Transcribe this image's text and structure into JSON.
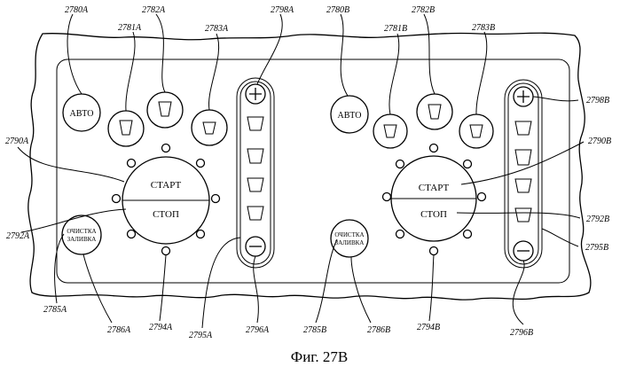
{
  "caption": "Фиг. 27B",
  "panel_a": {
    "button_auto": "АВТО",
    "button_start": "СТАРТ",
    "button_stop": "СТОП",
    "button_clean_line1": "ОЧИСТКА",
    "button_clean_line2": "ЗАЛИВКА",
    "ref_auto": "2780A",
    "ref_btn1": "2781A",
    "ref_btn2": "2782A",
    "ref_btn3": "2783A",
    "ref_plus": "2798A",
    "ref_start": "2790A",
    "ref_stop": "2792A",
    "ref_clean": "2785A",
    "ref_clean2": "2786A",
    "ref_leds": "2794A",
    "ref_column": "2795A",
    "ref_minus": "2796A"
  },
  "panel_b": {
    "button_auto": "АВТО",
    "button_start": "СТАРТ",
    "button_stop": "СТОП",
    "button_clean_line1": "ОЧИСТКА",
    "button_clean_line2": "ЗАЛИВКА",
    "ref_auto": "2780B",
    "ref_btn1": "2781B",
    "ref_btn2": "2782B",
    "ref_btn3": "2783B",
    "ref_plus": "2798B",
    "ref_start": "2790B",
    "ref_stop": "2792B",
    "ref_clean": "2785B",
    "ref_clean2": "2786B",
    "ref_leds": "2794B",
    "ref_column": "2795B",
    "ref_minus": "2796B"
  }
}
